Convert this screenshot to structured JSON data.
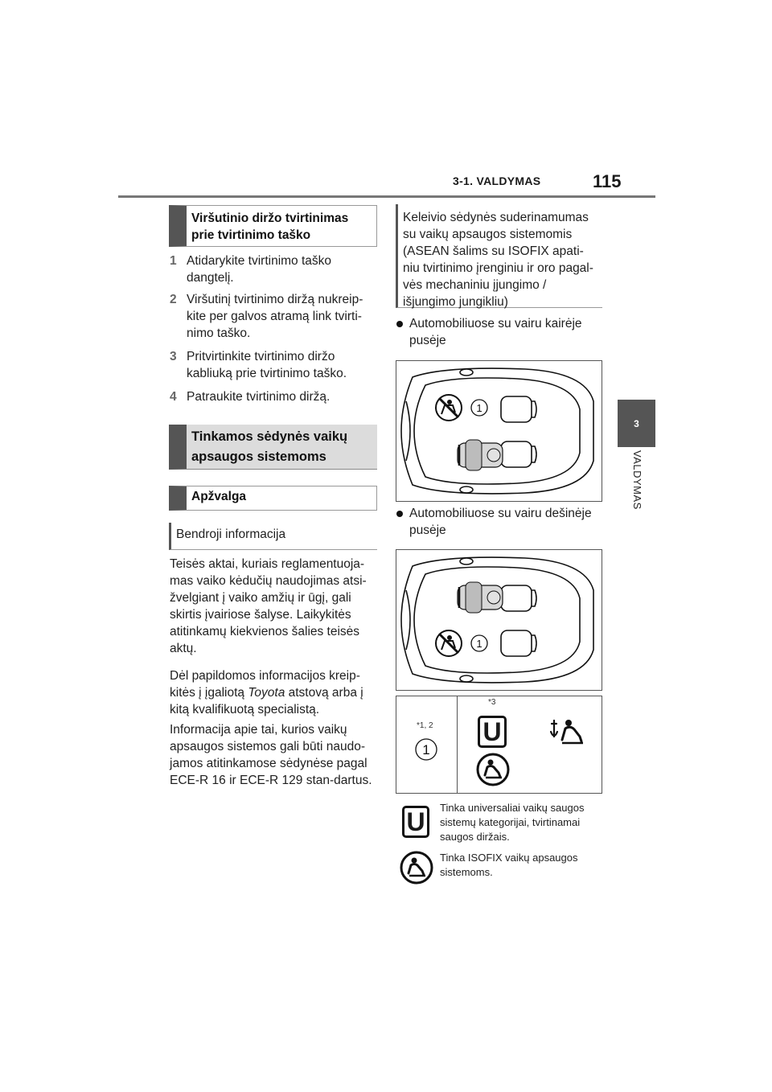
{
  "header": {
    "section": "3-1. VALDYMAS",
    "page_number": "115"
  },
  "side_tab": {
    "chapter_number": "3",
    "chapter_label": "VALDYMAS"
  },
  "left": {
    "box_top_tether": "Viršutinio diržo tvirtinimas prie tvirtinimo taško",
    "steps": [
      {
        "num": "1",
        "text": "Atidarykite tvirtinimo taško dangtelį."
      },
      {
        "num": "2",
        "text": "Viršutinį tvirtinimo diržą nukreip-kite per galvos atramą link tvirti-nimo taško."
      },
      {
        "num": "3",
        "text": "Pritvirtinkite tvirtinimo diržo kabliuką prie tvirtinimo taško."
      },
      {
        "num": "4",
        "text": "Patraukite tvirtinimo diržą."
      }
    ],
    "section_title": "Tinkamos sėdynės vaikų apsaugos sistemoms",
    "box_overview": "Apžvalga",
    "box_general": "Bendroji informacija",
    "para1": "Teisės aktai, kuriais reglamentuoja-mas vaiko kėdučių naudojimas atsi-žvelgiant į vaiko amžių ir ūgį, gali skirtis įvairiose šalyse. Laikykitės atitinkamų kiekvienos šalies teisės aktų.",
    "para2_pre": "Dėl papildomos informacijos kreip-kitės į įgaliotą ",
    "para2_brand": "Toyota",
    "para2_post": " atstovą arba į kitą kvalifikuotą specialistą.",
    "para3": "Informacija apie tai, kurios vaikų apsaugos sistemos gali būti naudo-jamos atitinkamose sėdynėse pagal ECE-R 16 ir ECE-R 129 stan-dartus."
  },
  "right": {
    "box_compat": "Keleivio sėdynės suderinamumas su vaikų apsaugos sistemomis (ASEAN šalims su ISOFIX apati-niu tvirtinimo įrenginiu ir oro pagal-vės mechaniniu įjungimo / išjungimo jungikliu)",
    "bullet_lhd": "Automobiliuose su vairu kairėje pusėje",
    "bullet_rhd": "Automobiliuose su vairu dešinėje pusėje",
    "seat_marker": "1",
    "table": {
      "footnote_left": "*1, 2",
      "seat_num": "1",
      "footnote_right": "*3"
    },
    "legend_u": "Tinka universaliai vaikų saugos sistemų kategorijai, tvirtinamai saugos diržais.",
    "legend_isofix": "Tinka ISOFIX vaikų apsaugos sistemoms.",
    "u_letter": "U",
    "icons": [
      "no-child-seat-icon",
      "isofix-seat-icon",
      "top-tether-anchor-icon",
      "universal-u-icon"
    ]
  }
}
